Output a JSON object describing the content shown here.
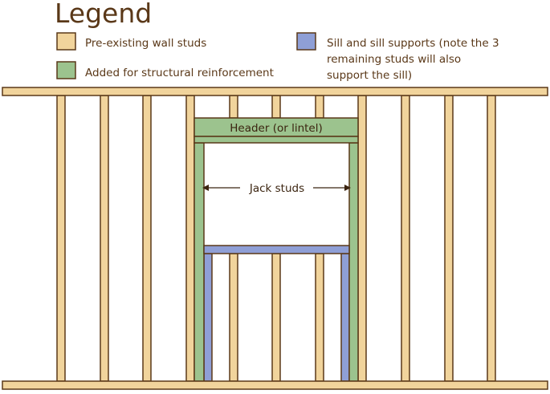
{
  "legend": {
    "title": "Legend",
    "items": [
      {
        "label_lines": [
          "Pre-existing wall studs"
        ],
        "color": "#f1d49c"
      },
      {
        "label_lines": [
          "Added for structural reinforcement"
        ],
        "color": "#9cc38e"
      },
      {
        "label_lines": [
          "Sill and sill supports (note the 3",
          "remaining studs will also",
          "support the sill)"
        ],
        "color": "#8f9fd6"
      }
    ]
  },
  "labels": {
    "header": "Header (or lintel)",
    "jack_studs": "Jack studs"
  },
  "colors": {
    "existing": "#f1d49c",
    "added": "#9cc38e",
    "sill": "#8f9fd6",
    "outline": "#5a3818"
  }
}
